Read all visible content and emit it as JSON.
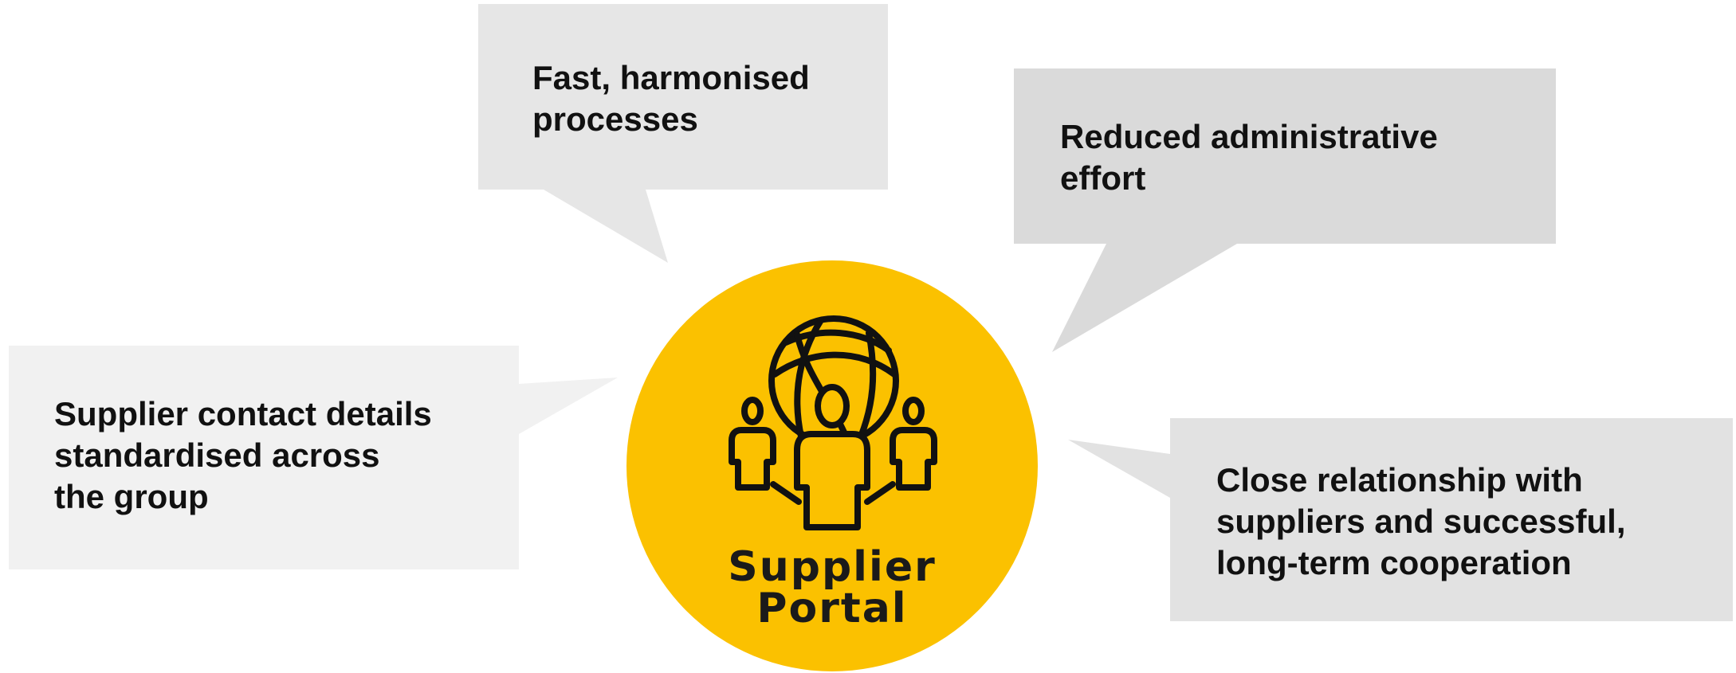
{
  "center": {
    "label_line1": "Supplier",
    "label_line2": "Portal",
    "icon": "people-globe-icon"
  },
  "bubbles": {
    "fast": {
      "lines": [
        "Fast, harmonised",
        "processes"
      ]
    },
    "reduced": {
      "lines": [
        "Reduced administrative",
        "effort"
      ]
    },
    "supplier_contact": {
      "lines": [
        "Supplier contact details",
        "standardised across",
        "the group"
      ]
    },
    "close_relationship": {
      "lines": [
        "Close relationship with",
        "suppliers and successful,",
        "long-term cooperation"
      ]
    }
  },
  "colors": {
    "center_circle": "#FBC100",
    "bubble_fast": "#E6E6E6",
    "bubble_reduced": "#DADADA",
    "bubble_supplier_contact": "#F1F1F1",
    "bubble_close_relationship": "#E2E2E2",
    "text": "#111111"
  }
}
